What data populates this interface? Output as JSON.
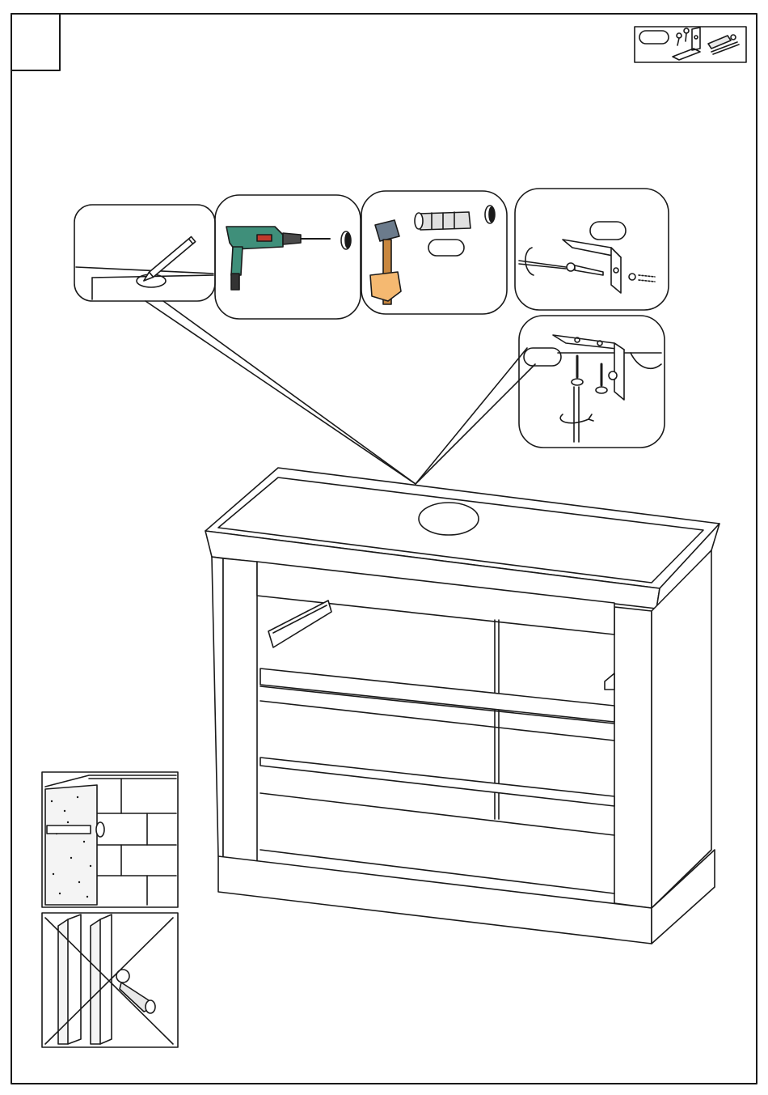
{
  "page": {
    "step_number": "",
    "background": "#ffffff",
    "line_color": "#1a1a1a"
  },
  "hardware_box": {
    "quantity_label": "",
    "items": [
      "screw-icon",
      "mounting-bracket-icon",
      "washer-icon",
      "wall-plug-icon",
      "long-screw-icon"
    ]
  },
  "callouts": [
    {
      "name": "mark-position",
      "icon": "pencil-icon"
    },
    {
      "name": "drill-hole",
      "icon": "drill-icon",
      "accent": "#3f8f7a"
    },
    {
      "name": "insert-wall-plug",
      "icon": "hammer-icon",
      "quantity_label": ""
    },
    {
      "name": "screw-bracket-to-wall",
      "icon": "screwdriver-icon",
      "quantity_label": ""
    },
    {
      "name": "screw-bracket-to-cabinet",
      "icon": "screwdriver-icon",
      "quantity_label": ""
    }
  ],
  "wall_panels": [
    {
      "name": "solid-wall-ok",
      "icon": "brick-wall-icon"
    },
    {
      "name": "hollow-wall-not-allowed",
      "icon": "cross-icon"
    }
  ],
  "cabinet": {
    "name": "tv-cabinet",
    "icon": "cabinet-icon"
  }
}
